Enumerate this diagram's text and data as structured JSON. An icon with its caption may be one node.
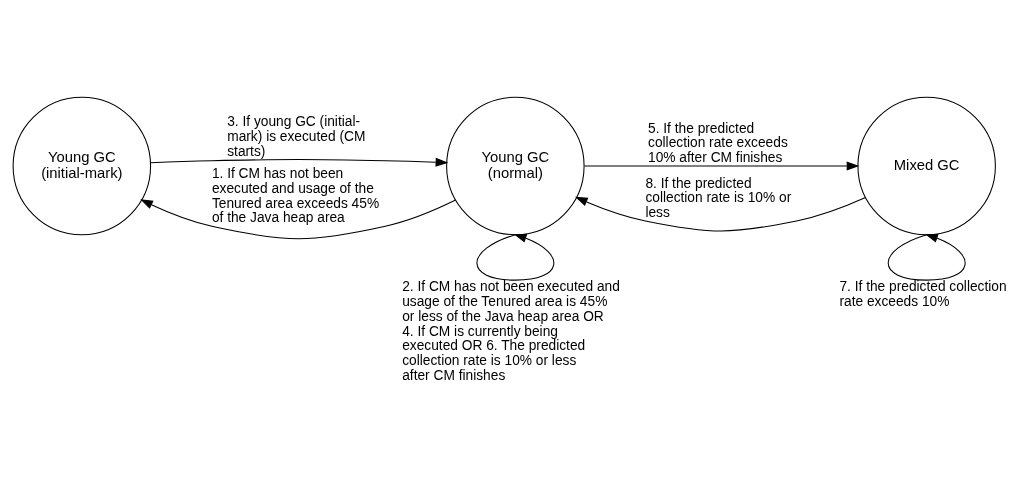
{
  "diagram": {
    "nodes": [
      {
        "text": [
          "Young GC (initial-mark)"
        ]
      },
      {
        "text": [
          "Young GC (normal)"
        ]
      },
      {
        "text": [
          "Mixed GC"
        ]
      }
    ],
    "edges": [
      {
        "from": 1,
        "to": 0,
        "arrow": "to",
        "label": "1. If CM has not been executed and usage of the Tenured area exceeds 45% of the Java heap area"
      },
      {
        "from": 0,
        "to": 1,
        "arrow": "to",
        "label": "3. If young GC (initial-mark) is executed (CM starts)"
      },
      {
        "from": 1,
        "to": 1,
        "arrow": "to",
        "label": "2. If CM has not been executed and usage of the Tenured area is 45% or less of the Java heap area OR 4. If CM is currently being executed OR 6. The predicted collection rate is 10% or less after CM finishes"
      },
      {
        "from": 1,
        "to": 2,
        "arrow": "to",
        "label": "5. If the predicted collection rate exceeds 10% after CM finishes"
      },
      {
        "from": 2,
        "to": 1,
        "arrow": "to",
        "label": "8. If the predicted collection rate is 10% or less"
      },
      {
        "from": 2,
        "to": 2,
        "arrow": "to",
        "label": "7. If the predicted collection rate exceeds 10%"
      }
    ]
  }
}
